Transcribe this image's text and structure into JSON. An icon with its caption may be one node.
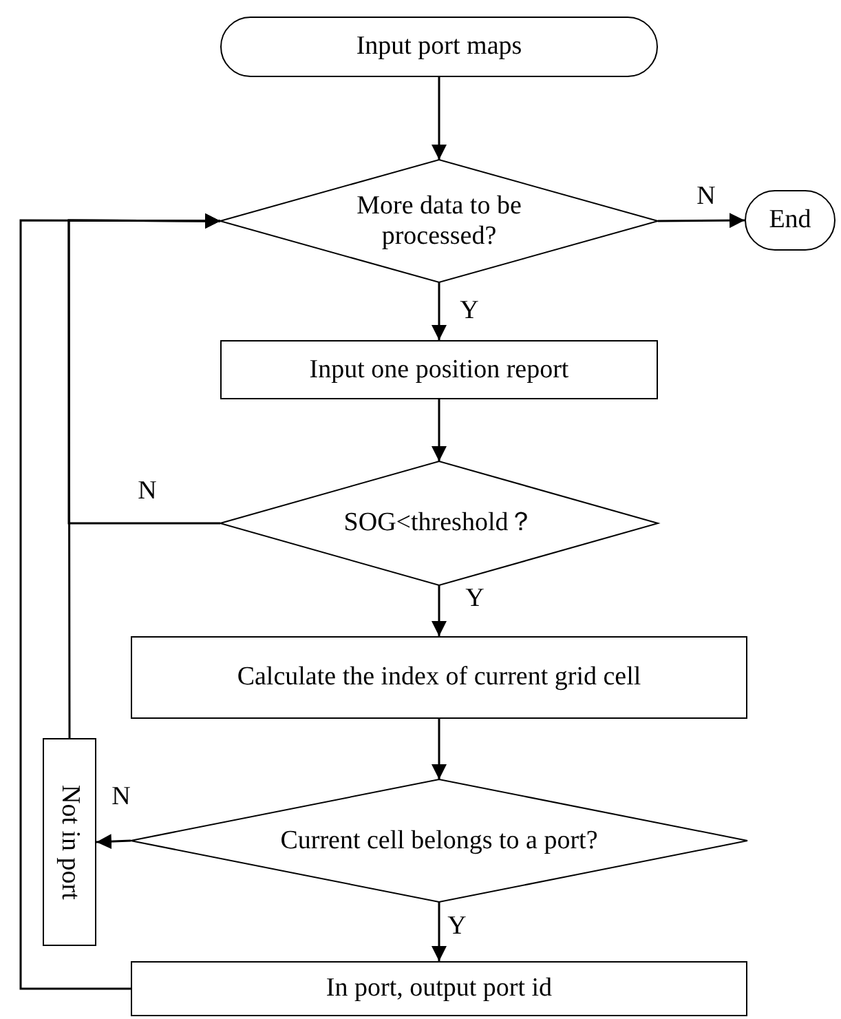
{
  "diagram": {
    "nodes": [
      {
        "text": [
          "Input port maps"
        ]
      },
      {
        "text": [
          "More data to be processed?"
        ]
      },
      {
        "text": [
          "End"
        ]
      },
      {
        "text": [
          "Input one position report"
        ]
      },
      {
        "text": [
          "SOG<threshold？"
        ]
      },
      {
        "text": [
          "Calculate the index of current grid cell"
        ]
      },
      {
        "text": [
          "Current cell belongs to a port?"
        ]
      },
      {
        "text": [
          "Not in port"
        ]
      },
      {
        "text": [
          "In port, output port id"
        ]
      }
    ],
    "edges": [
      {
        "from": 0,
        "to": 1,
        "arrow": "to"
      },
      {
        "from": 1,
        "to": 2,
        "arrow": "to",
        "label": "N"
      },
      {
        "from": 1,
        "to": 3,
        "arrow": "to",
        "label": "Y"
      },
      {
        "from": 3,
        "to": 4,
        "arrow": "to"
      },
      {
        "from": 4,
        "to": 1,
        "arrow": "to",
        "label": "N"
      },
      {
        "from": 4,
        "to": 5,
        "arrow": "to",
        "label": "Y"
      },
      {
        "from": 5,
        "to": 6,
        "arrow": "to"
      },
      {
        "from": 6,
        "to": 7,
        "arrow": "to",
        "label": "N"
      },
      {
        "from": 7,
        "to": 1,
        "arrow": "to"
      },
      {
        "from": 6,
        "to": 8,
        "arrow": "to",
        "label": "Y"
      },
      {
        "from": 8,
        "to": 1,
        "arrow": "to"
      }
    ]
  }
}
